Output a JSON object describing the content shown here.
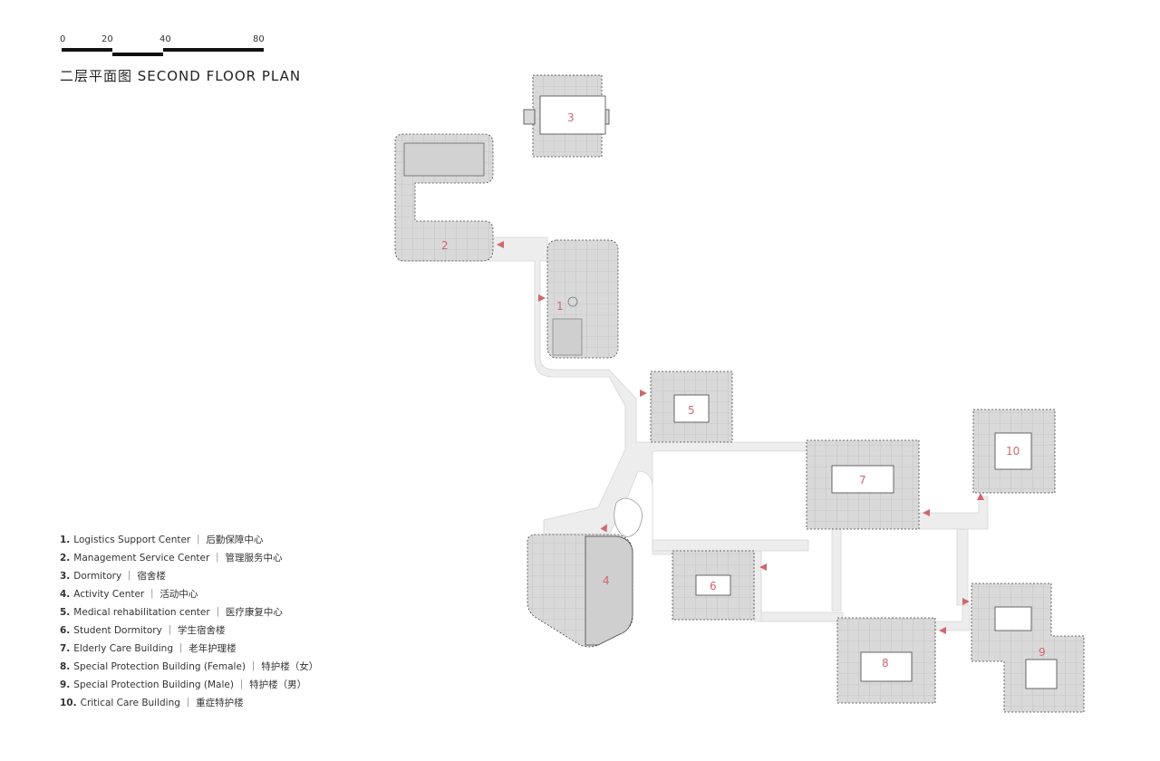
{
  "scale_bar": {
    "ticks": [
      "0",
      "20",
      "40",
      "80"
    ],
    "unit_hint": "m"
  },
  "title": "二层平面图 SECOND FLOOR PLAN",
  "colors": {
    "building_fill": "#d9d9d9",
    "corridor_fill": "#ededed",
    "wall": "#444444",
    "label": "#d0666e",
    "courtyard": "#ffffff"
  },
  "buildings": [
    {
      "id": "1",
      "label": "1",
      "name_en": "Logistics Support Center",
      "name_zh": "后勤保障中心"
    },
    {
      "id": "2",
      "label": "2",
      "name_en": "Management Service Center",
      "name_zh": "管理服务中心"
    },
    {
      "id": "3",
      "label": "3",
      "name_en": "Dormitory",
      "name_zh": "宿舍楼"
    },
    {
      "id": "4",
      "label": "4",
      "name_en": "Activity Center",
      "name_zh": "活动中心"
    },
    {
      "id": "5",
      "label": "5",
      "name_en": "Medical rehabilitation center",
      "name_zh": "医疗康复中心"
    },
    {
      "id": "6",
      "label": "6",
      "name_en": "Student Dormitory",
      "name_zh": "学生宿舍楼"
    },
    {
      "id": "7",
      "label": "7",
      "name_en": "Elderly Care Building",
      "name_zh": "老年护理楼"
    },
    {
      "id": "8",
      "label": "8",
      "name_en": "Special Protection Building (Female)",
      "name_zh": "特护楼（女）"
    },
    {
      "id": "9",
      "label": "9",
      "name_en": "Special Protection Building (Male)",
      "name_zh": "特护楼（男）"
    },
    {
      "id": "10",
      "label": "10",
      "name_en": "Critical Care Building",
      "name_zh": "重症特护楼"
    }
  ],
  "legend": [
    {
      "num": "1.",
      "text": "Logistics Support Center ｜ 后勤保障中心"
    },
    {
      "num": "2.",
      "text": "Management Service Center ｜ 管理服务中心"
    },
    {
      "num": "3.",
      "text": "Dormitory ｜ 宿舍楼"
    },
    {
      "num": "4.",
      "text": "Activity Center ｜ 活动中心"
    },
    {
      "num": "5.",
      "text": "Medical rehabilitation center ｜ 医疗康复中心"
    },
    {
      "num": "6.",
      "text": "Student Dormitory ｜ 学生宿舍楼"
    },
    {
      "num": "7.",
      "text": "Elderly Care Building ｜ 老年护理楼"
    },
    {
      "num": "8.",
      "text": "Special Protection Building (Female) ｜ 特护楼（女）"
    },
    {
      "num": "9.",
      "text": "Special Protection Building (Male) ｜  特护楼（男）"
    },
    {
      "num": "10.",
      "text": "Critical Care Building ｜ 重症特护楼"
    }
  ]
}
